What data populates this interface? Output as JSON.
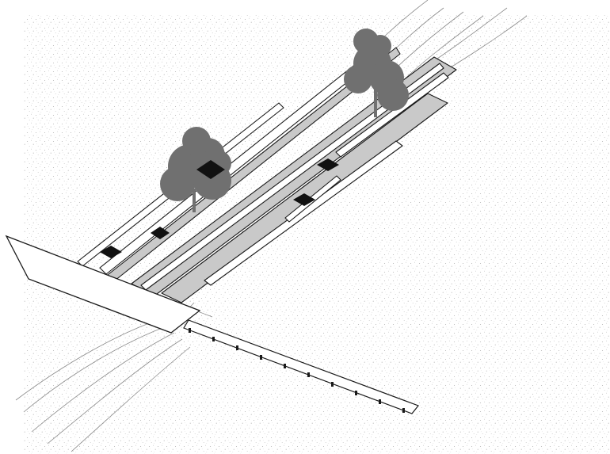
{
  "diagram": {
    "kind": "axonometric-architectural-drawing",
    "labels": [],
    "elements": [
      "stippled-ground",
      "river",
      "elevated-walkway",
      "boardwalk-pier",
      "landing-platform",
      "trees",
      "benches"
    ],
    "colors": {
      "background": "#ffffff",
      "ground_stipple": "#b8b8b8",
      "deck_fill": "#c9c9c9",
      "deck_stroke": "#1a1a1a",
      "tree_fill": "#707070",
      "bench_fill": "#111111",
      "river_line": "#8a8a8a"
    }
  }
}
